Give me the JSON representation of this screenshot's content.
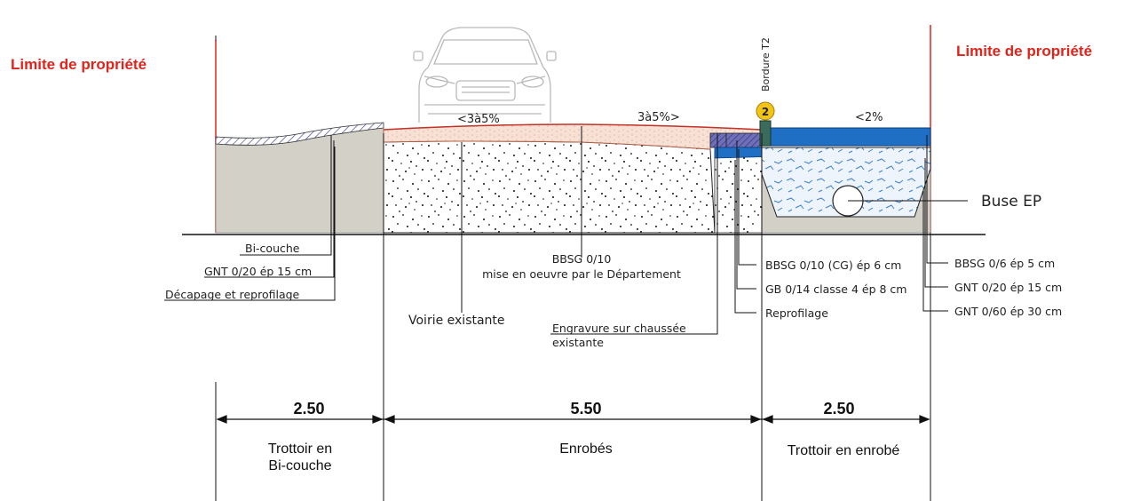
{
  "property_limit_left": "Limite de propriété",
  "property_limit_right": "Limite de propriété",
  "curb_label": "Bordure T2",
  "marker_number": "2",
  "slopes": {
    "left": "<3à5%",
    "middle": "3à5%>",
    "right": "<2%"
  },
  "pipe_label": "Buse EP",
  "left_layers": {
    "bicouche": "Bi-couche",
    "gnt": "GNT 0/20 ép 15 cm",
    "decapage": "Décapage et reprofilage"
  },
  "center_layers": {
    "bbsg_line1": "BBSG 0/10",
    "bbsg_line2": "mise en oeuvre par le Département",
    "voirie": "Voirie existante",
    "engravure_line1": "Engravure sur chaussée",
    "engravure_line2": "existante"
  },
  "curb_layers": {
    "bbsg": "BBSG 0/10 (CG) ép 6 cm",
    "gb": "GB 0/14 classe 4 ép 8 cm",
    "reprofilage": "Reprofilage"
  },
  "right_layers": {
    "bbsg": "BBSG 0/6 ép 5 cm",
    "gnt20": "GNT 0/20 ép 15 cm",
    "gnt60": "GNT 0/60 ép 30 cm"
  },
  "dimensions": {
    "left": "2.50",
    "center": "5.50",
    "right": "2.50"
  },
  "zones": {
    "left_line1": "Trottoir en",
    "left_line2": "Bi-couche",
    "center": "Enrobés",
    "right": "Trottoir en enrobé"
  },
  "colors": {
    "property_limit": "#e2231a",
    "asphalt_blue": "#1f6fc5",
    "marker_yellow": "#f2c416",
    "gravel_gray": "#d3d0c8"
  }
}
